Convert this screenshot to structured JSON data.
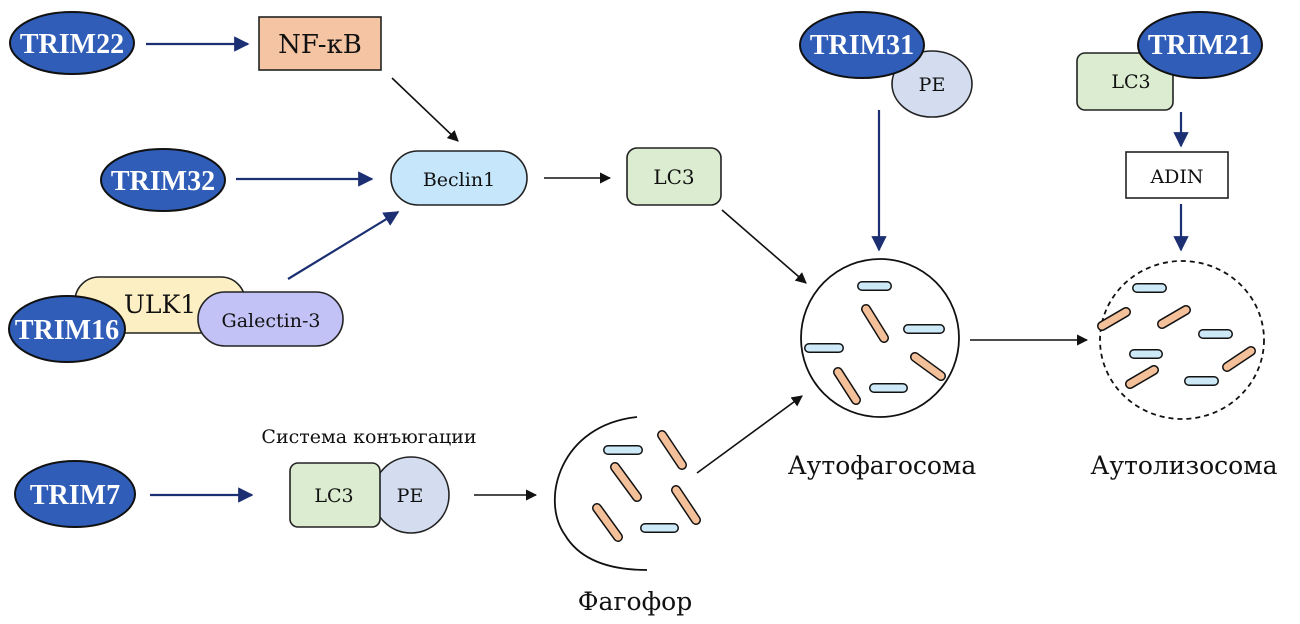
{
  "diagram": {
    "colors": {
      "trim": "#2f5db8",
      "nfkb": "#f5c4a2",
      "beclin": "#c6e6fb",
      "lc3": "#dcecd0",
      "pe": "#d3ddef",
      "ulk1": "#fdefc4",
      "galectin": "#c2c2f6",
      "adin": "#ffffff",
      "arrow_blue": "#1b2f72",
      "arrow_black": "#111111",
      "rod_blue": "#cde9f7",
      "rod_orange": "#f4c09a"
    },
    "trims": {
      "trim22": "TRIM22",
      "trim32": "TRIM32",
      "trim16": "TRIM16",
      "trim7": "TRIM7",
      "trim31": "TRIM31",
      "trim21": "TRIM21"
    },
    "nodes": {
      "nfkb": "NF-κB",
      "beclin1": "Beclin1",
      "lc3_main": "LC3",
      "ulk1": "ULK1",
      "galectin3": "Galectin-3",
      "lc3_conj": "LC3",
      "pe_conj": "PE",
      "pe_trim31": "PE",
      "lc3_trim21": "LC3",
      "adin": "ADIN"
    },
    "labels": {
      "conjugation_system": "Система конъюгации",
      "phagophore": "Фагофор",
      "autophagosome": "Аутофагосома",
      "autolysosome": "Аутолизосома"
    },
    "edges": [
      {
        "from": "TRIM22",
        "to": "NF-κB",
        "color": "blue"
      },
      {
        "from": "NF-κB",
        "to": "Beclin1",
        "color": "black"
      },
      {
        "from": "TRIM32",
        "to": "Beclin1",
        "color": "blue"
      },
      {
        "from": "TRIM16/ULK1/Galectin-3",
        "to": "Beclin1",
        "color": "blue"
      },
      {
        "from": "Beclin1",
        "to": "LC3",
        "color": "black"
      },
      {
        "from": "LC3",
        "to": "Аутофагосома",
        "color": "black"
      },
      {
        "from": "TRIM7",
        "to": "LC3-PE",
        "color": "blue"
      },
      {
        "from": "LC3-PE",
        "to": "Фагофор",
        "color": "black"
      },
      {
        "from": "Фагофор",
        "to": "Аутофагосома",
        "color": "black"
      },
      {
        "from": "TRIM31/PE",
        "to": "Аутофагосома",
        "color": "blue"
      },
      {
        "from": "TRIM21/LC3",
        "to": "ADIN",
        "color": "blue"
      },
      {
        "from": "ADIN",
        "to": "Аутолизосома",
        "color": "blue"
      },
      {
        "from": "Аутофагосома",
        "to": "Аутолизосома",
        "color": "black"
      }
    ]
  }
}
